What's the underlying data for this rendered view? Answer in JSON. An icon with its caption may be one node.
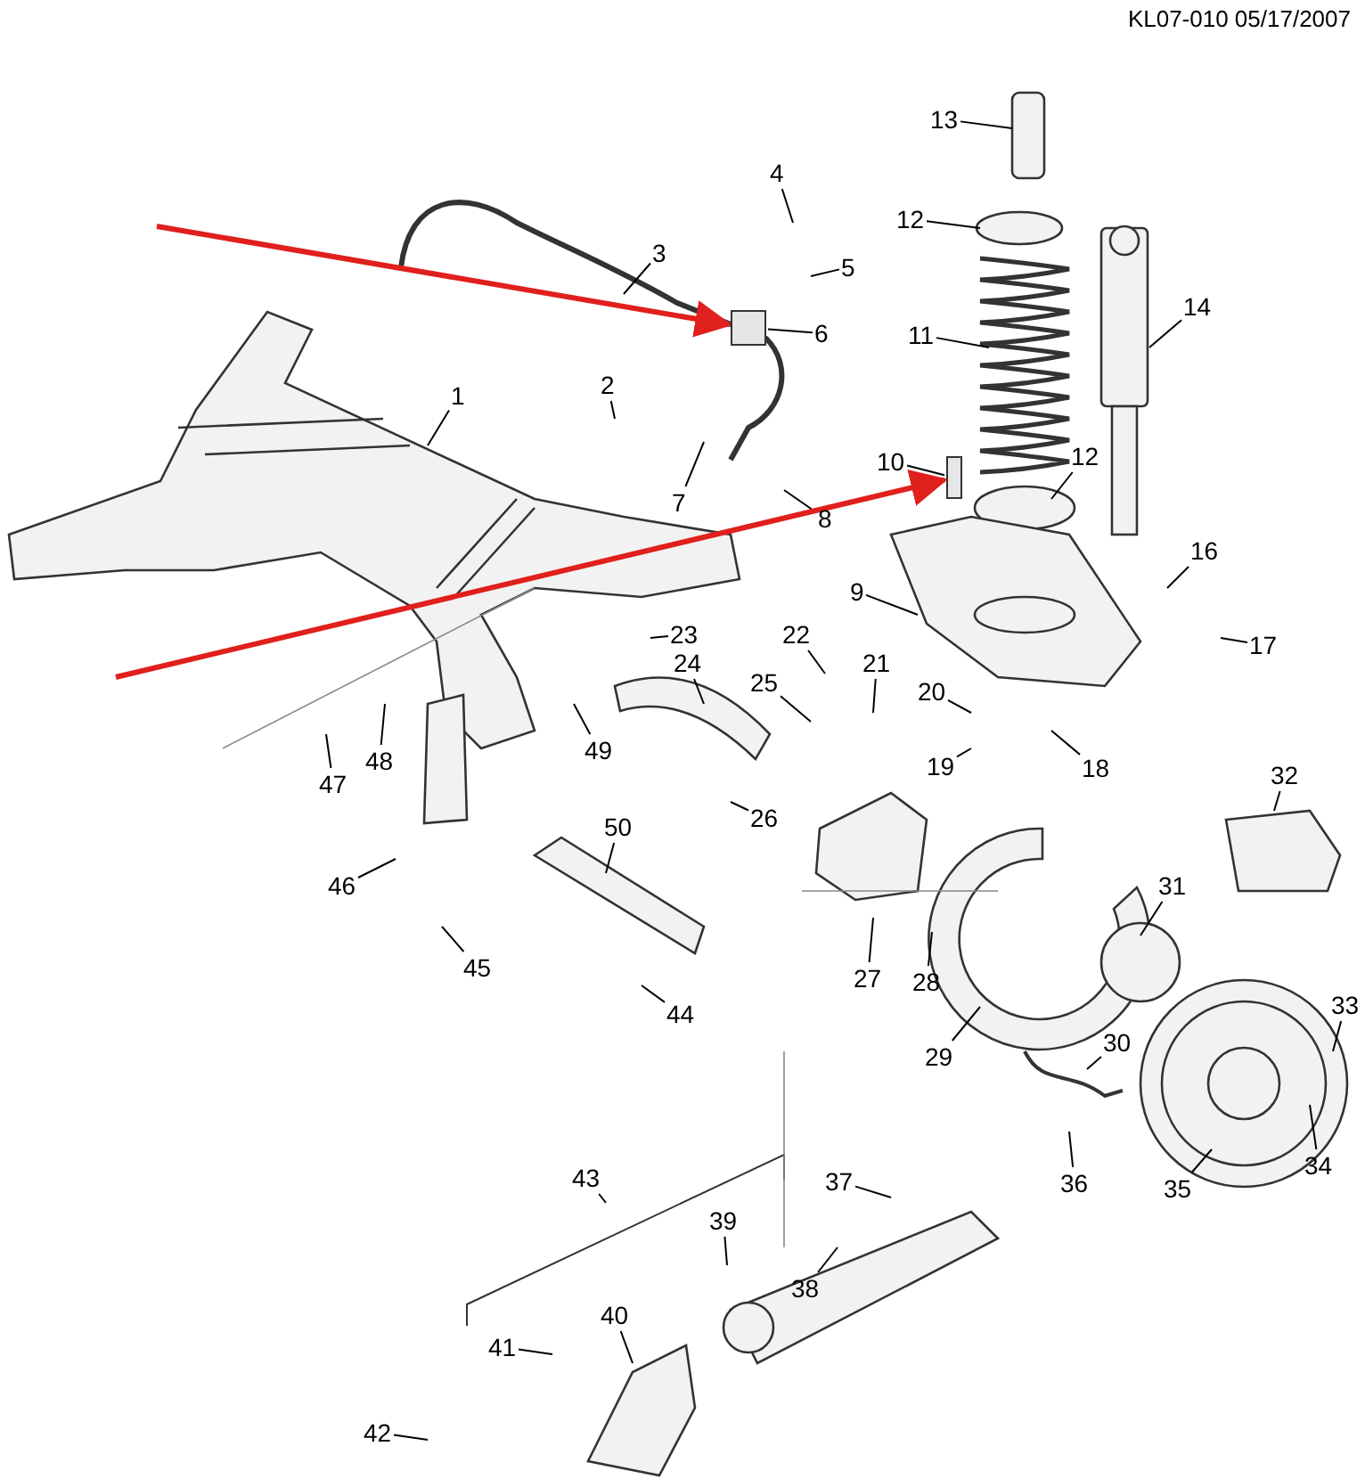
{
  "diagram": {
    "nodes": [
      {
        "text": [
          "1"
        ]
      },
      {
        "text": [
          "2"
        ]
      },
      {
        "text": [
          "3"
        ]
      },
      {
        "text": [
          "4"
        ]
      },
      {
        "text": [
          "5"
        ]
      },
      {
        "text": [
          "6"
        ]
      },
      {
        "text": [
          "7"
        ]
      },
      {
        "text": [
          "8"
        ]
      },
      {
        "text": [
          "9"
        ]
      },
      {
        "text": [
          "10"
        ]
      },
      {
        "text": [
          "11"
        ]
      },
      {
        "text": [
          "12"
        ]
      },
      {
        "text": [
          "12"
        ]
      },
      {
        "text": [
          "13"
        ]
      },
      {
        "text": [
          "14"
        ]
      },
      {
        "text": [
          "16"
        ]
      },
      {
        "text": [
          "17"
        ]
      },
      {
        "text": [
          "18"
        ]
      },
      {
        "text": [
          "19"
        ]
      },
      {
        "text": [
          "20"
        ]
      },
      {
        "text": [
          "21"
        ]
      },
      {
        "text": [
          "22"
        ]
      },
      {
        "text": [
          "23"
        ]
      },
      {
        "text": [
          "24"
        ]
      },
      {
        "text": [
          "25"
        ]
      },
      {
        "text": [
          "26"
        ]
      },
      {
        "text": [
          "27"
        ]
      },
      {
        "text": [
          "28"
        ]
      },
      {
        "text": [
          "29"
        ]
      },
      {
        "text": [
          "30"
        ]
      },
      {
        "text": [
          "31"
        ]
      },
      {
        "text": [
          "32"
        ]
      },
      {
        "text": [
          "33"
        ]
      },
      {
        "text": [
          "34"
        ]
      },
      {
        "text": [
          "35"
        ]
      },
      {
        "text": [
          "36"
        ]
      },
      {
        "text": [
          "37"
        ]
      },
      {
        "text": [
          "38"
        ]
      },
      {
        "text": [
          "39"
        ]
      },
      {
        "text": [
          "40"
        ]
      },
      {
        "text": [
          "41"
        ]
      },
      {
        "text": [
          "42"
        ]
      },
      {
        "text": [
          "43"
        ]
      },
      {
        "text": [
          "44"
        ]
      },
      {
        "text": [
          "45"
        ]
      },
      {
        "text": [
          "46"
        ]
      },
      {
        "text": [
          "47"
        ]
      },
      {
        "text": [
          "48"
        ]
      },
      {
        "text": [
          "49"
        ]
      },
      {
        "text": [
          "50"
        ]
      },
      {
        "text": [],
        "shape": "box"
      },
      {
        "text": [],
        "shape": "box"
      }
    ],
    "edges": [
      {
        "from": 0,
        "to": null,
        "arrow": "none"
      },
      {
        "from": 1,
        "to": null,
        "arrow": "none"
      },
      {
        "from": 2,
        "to": null,
        "arrow": "none"
      },
      {
        "from": 3,
        "to": null,
        "arrow": "none"
      },
      {
        "from": 4,
        "to": null,
        "arrow": "none"
      },
      {
        "from": 5,
        "to": 50,
        "arrow": "none"
      },
      {
        "from": 6,
        "to": null,
        "arrow": "none"
      },
      {
        "from": 7,
        "to": null,
        "arrow": "none"
      },
      {
        "from": 8,
        "to": null,
        "arrow": "none"
      },
      {
        "from": 9,
        "to": 51,
        "arrow": "none"
      },
      {
        "from": 10,
        "to": null,
        "arrow": "none"
      },
      {
        "from": 11,
        "to": null,
        "arrow": "none"
      },
      {
        "from": 12,
        "to": null,
        "arrow": "none"
      },
      {
        "from": 13,
        "to": null,
        "arrow": "none"
      },
      {
        "from": 14,
        "to": null,
        "arrow": "none"
      },
      {
        "from": 15,
        "to": null,
        "arrow": "none"
      },
      {
        "from": 16,
        "to": null,
        "arrow": "none"
      },
      {
        "from": 17,
        "to": null,
        "arrow": "none"
      },
      {
        "from": 18,
        "to": null,
        "arrow": "none"
      },
      {
        "from": 19,
        "to": null,
        "arrow": "none"
      },
      {
        "from": 20,
        "to": null,
        "arrow": "none"
      },
      {
        "from": 21,
        "to": null,
        "arrow": "none"
      },
      {
        "from": 22,
        "to": null,
        "arrow": "none"
      },
      {
        "from": 23,
        "to": null,
        "arrow": "none"
      },
      {
        "from": 24,
        "to": null,
        "arrow": "none"
      },
      {
        "from": 25,
        "to": null,
        "arrow": "none"
      },
      {
        "from": 26,
        "to": null,
        "arrow": "none"
      },
      {
        "from": 27,
        "to": null,
        "arrow": "none"
      },
      {
        "from": 28,
        "to": null,
        "arrow": "none"
      },
      {
        "from": 29,
        "to": null,
        "arrow": "none"
      },
      {
        "from": 30,
        "to": null,
        "arrow": "none"
      },
      {
        "from": 31,
        "to": null,
        "arrow": "none"
      },
      {
        "from": 32,
        "to": null,
        "arrow": "none"
      },
      {
        "from": 33,
        "to": null,
        "arrow": "none"
      },
      {
        "from": 34,
        "to": null,
        "arrow": "none"
      },
      {
        "from": 35,
        "to": null,
        "arrow": "none"
      },
      {
        "from": 36,
        "to": null,
        "arrow": "none"
      },
      {
        "from": 37,
        "to": null,
        "arrow": "none"
      },
      {
        "from": 38,
        "to": null,
        "arrow": "none"
      },
      {
        "from": 39,
        "to": null,
        "arrow": "none"
      },
      {
        "from": 40,
        "to": null,
        "arrow": "none"
      },
      {
        "from": 41,
        "to": null,
        "arrow": "none"
      },
      {
        "from": 42,
        "to": null,
        "arrow": "none"
      },
      {
        "from": 43,
        "to": null,
        "arrow": "none"
      },
      {
        "from": 44,
        "to": null,
        "arrow": "none"
      },
      {
        "from": 45,
        "to": null,
        "arrow": "none"
      },
      {
        "from": 46,
        "to": null,
        "arrow": "none"
      },
      {
        "from": 47,
        "to": null,
        "arrow": "none"
      },
      {
        "from": 48,
        "to": null,
        "arrow": "none"
      },
      {
        "from": 49,
        "to": null,
        "arrow": "none"
      },
      {
        "from": null,
        "to": 50,
        "arrow": "to",
        "style": "thick",
        "color": "#e0201c"
      },
      {
        "from": null,
        "to": 51,
        "arrow": "to",
        "style": "thick",
        "color": "#e0201c"
      }
    ],
    "labels": [
      "KL07-010 05/17/2007"
    ]
  }
}
